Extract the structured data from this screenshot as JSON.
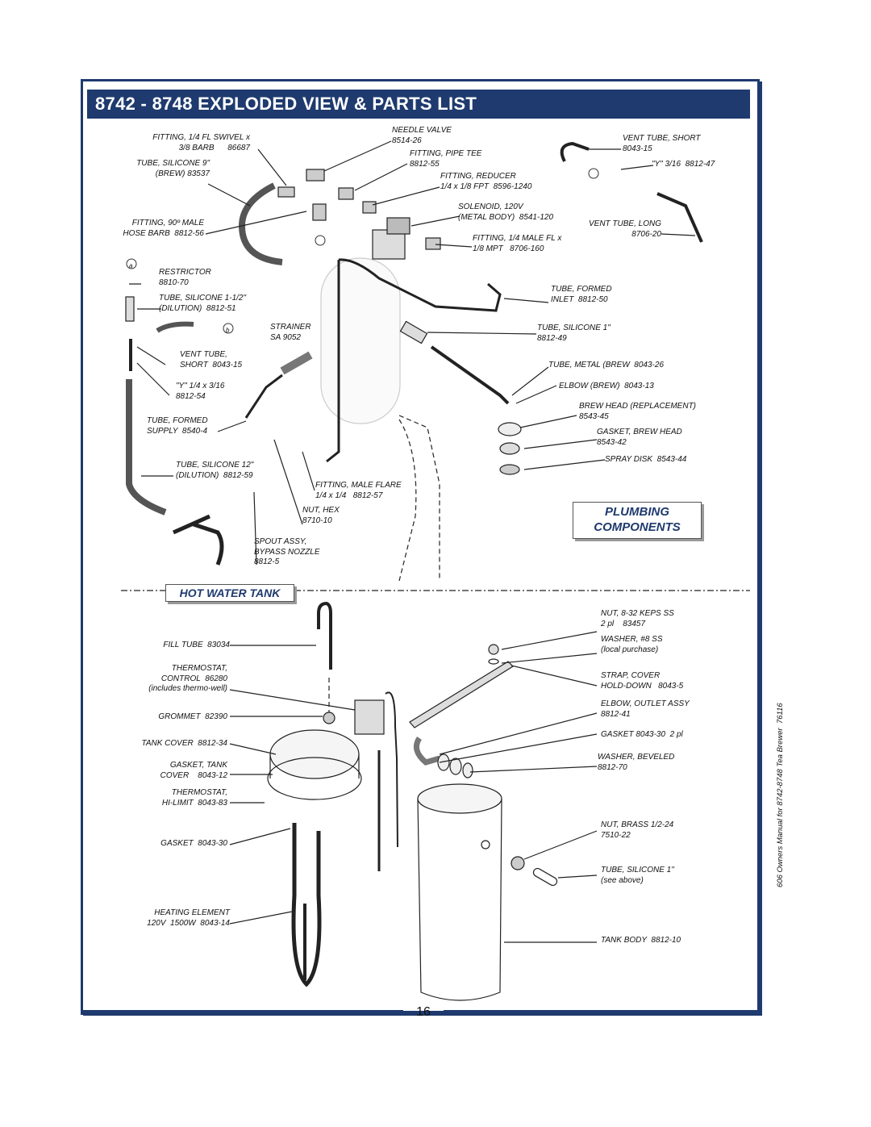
{
  "page": {
    "title": "8742 - 8748 EXPLODED VIEW & PARTS LIST",
    "page_number": "16",
    "side_note": "606 Owners Manual for 8742-8748 Tea Brewer  76116",
    "plumbing_badge_line1": "PLUMBING",
    "plumbing_badge_line2": "COMPONENTS",
    "tank_badge": "HOT WATER TANK",
    "accent_color": "#1e3a6e"
  },
  "plumbing_labels": [
    "FITTING, 1/4 FL SWIVEL x\n3/8 BARB      86687",
    "TUBE, SILICONE 9\"\n(BREW) 83537",
    "FITTING, 90º MALE\nHOSE BARB  8812-56",
    "RESTRICTOR\n8810-70",
    "TUBE, SILICONE 1-1/2\"\n(DILUTION)  8812-51",
    "VENT TUBE,\nSHORT  8043-15",
    "\"Y\" 1/4 x 3/16\n8812-54",
    "TUBE, FORMED\nSUPPLY  8540-4",
    "TUBE, SILICONE 12\"\n(DILUTION)  8812-59",
    "NEEDLE VALVE\n8514-26",
    "FITTING, PIPE TEE\n8812-55",
    "FITTING, REDUCER\n1/4 x 1/8 FPT  8596-1240",
    "SOLENOID, 120V\n(METAL BODY)  8541-120",
    "FITTING, 1/4 MALE FL x\n1/8 MPT   8706-160",
    "VENT TUBE, SHORT\n8043-15",
    "\"Y\" 3/16  8812-47",
    "VENT TUBE, LONG\n8706-20",
    "STRAINER\nSA 9052",
    "TUBE, FORMED\nINLET  8812-50",
    "TUBE, SILICONE 1\"\n8812-49",
    "TUBE, METAL (BREW  8043-26",
    "ELBOW (BREW)  8043-13",
    "BREW HEAD (REPLACEMENT)\n8543-45",
    "GASKET, BREW HEAD\n8543-42",
    "SPRAY DISK  8543-44",
    "FITTING, MALE FLARE\n1/4 x 1/4   8812-57",
    "NUT, HEX\n8710-10",
    "SPOUT ASSY,\nBYPASS NOZZLE\n8812-5"
  ],
  "tank_labels": [
    "FILL TUBE  83034",
    "THERMOSTAT,\nCONTROL  86280\n(includes thermo-well)",
    "GROMMET  82390",
    "TANK COVER  8812-34",
    "GASKET, TANK\nCOVER    8043-12",
    "THERMOSTAT,\nHI-LIMIT  8043-83",
    "GASKET  8043-30",
    "HEATING ELEMENT\n120V  1500W  8043-14",
    "NUT, 8-32 KEPS SS\n2 pl    83457",
    "WASHER, #8 SS\n(local purchase)",
    "STRAP, COVER\nHOLD-DOWN   8043-5",
    "ELBOW, OUTLET ASSY\n8812-41",
    "GASKET 8043-30  2 pl",
    "WASHER, BEVELED\n8812-70",
    "NUT, BRASS 1/2-24\n7510-22",
    "TUBE, SILICONE 1\"\n(see above)",
    "TANK BODY  8812-10"
  ],
  "callout_letters": [
    "a",
    "b"
  ]
}
